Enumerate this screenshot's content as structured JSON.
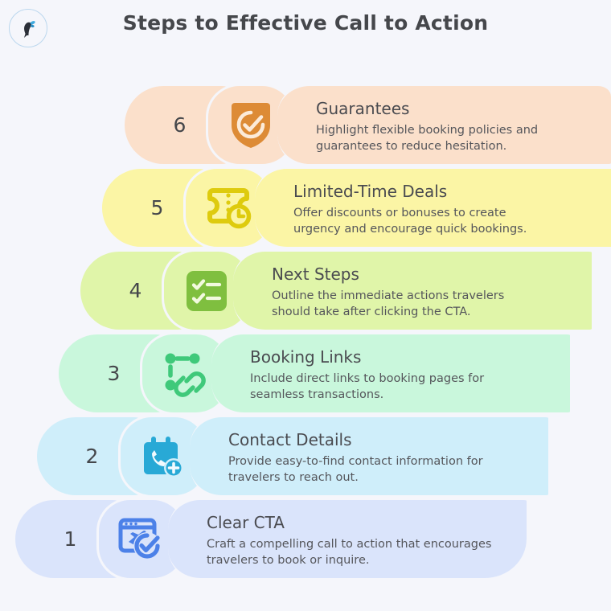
{
  "header": {
    "title": "Steps to Effective Call to Action",
    "logo_icon": "woman-butterfly-logo-icon"
  },
  "theme": {
    "background": "#F5F6FB",
    "title_color": "#45474B",
    "divider_color": "#F5F6FB"
  },
  "steps": [
    {
      "number": "6",
      "title": "Guarantees",
      "description": "Highlight flexible booking policies and\nguarantees to reduce hesitation.",
      "icon": "shield-check-icon",
      "panel_color": "#FBE0CB",
      "icon_color": "#DD8B36"
    },
    {
      "number": "5",
      "title": "Limited-Time Deals",
      "description": "Offer discounts or bonuses to create\nurgency and encourage quick bookings.",
      "icon": "ticket-clock-icon",
      "panel_color": "#FBF5A5",
      "icon_color": "#DECB0E"
    },
    {
      "number": "4",
      "title": "Next Steps",
      "description": "Outline the immediate actions travelers\nshould take after clicking the CTA.",
      "icon": "checklist-icon",
      "panel_color": "#E0F5A9",
      "icon_color": "#7FBF3F"
    },
    {
      "number": "3",
      "title": "Booking Links",
      "description": "Include direct links to booking pages for\nseamless transactions.",
      "icon": "chain-link-icon",
      "panel_color": "#C9F7DC",
      "icon_color": "#3FC97A"
    },
    {
      "number": "2",
      "title": "Contact Details",
      "description": "Provide easy-to-find contact information for\ntravelers to reach out.",
      "icon": "contact-card-phone-icon",
      "panel_color": "#CFEEFA",
      "icon_color": "#28A9D6"
    },
    {
      "number": "1",
      "title": "Clear CTA",
      "description": "Craft a compelling call to action that encourages\ntravelers to book or inquire.",
      "icon": "browser-flight-check-icon",
      "panel_color": "#DAE4FB",
      "icon_color": "#4C81E8"
    }
  ]
}
